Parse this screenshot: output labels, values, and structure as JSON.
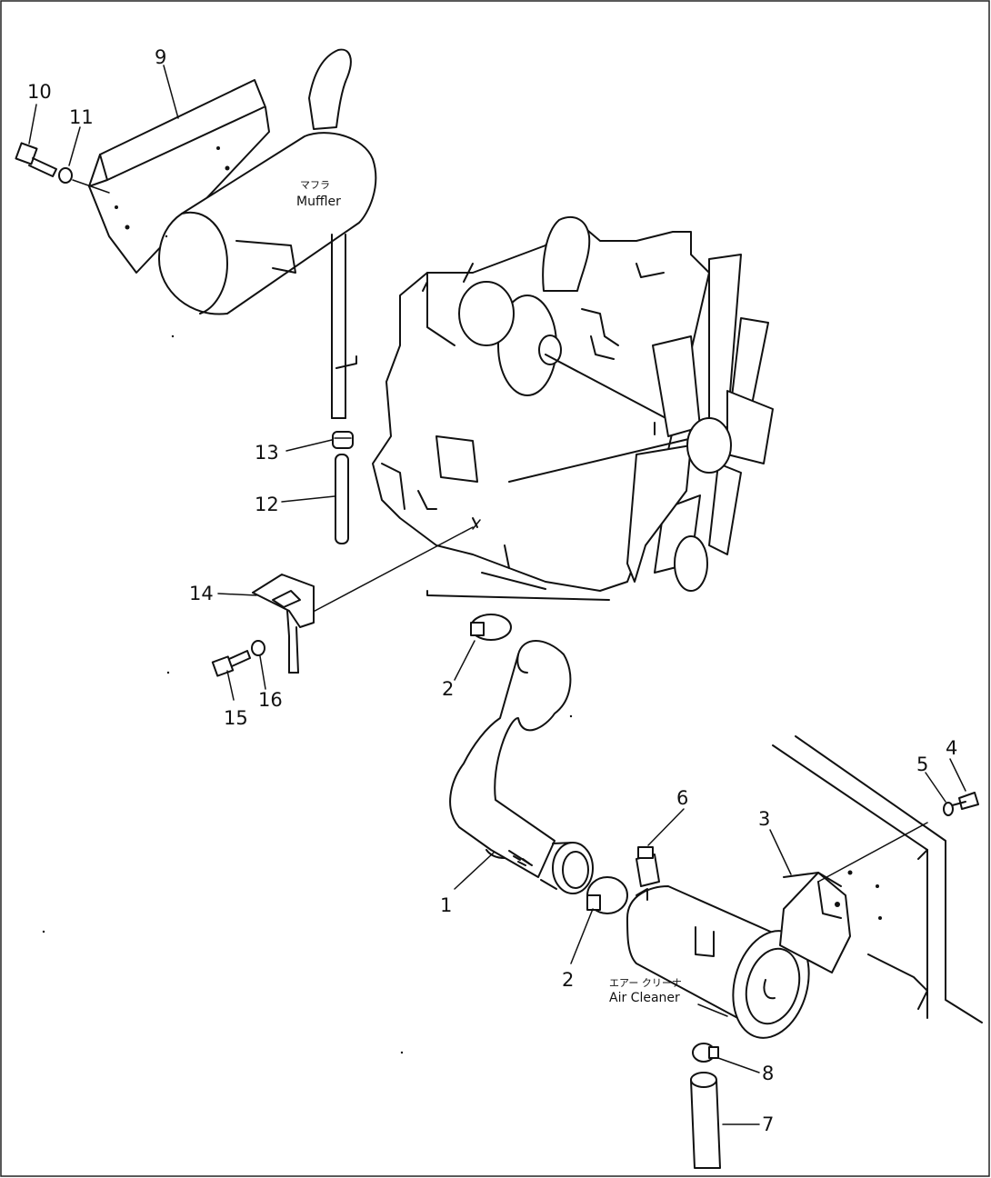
{
  "labels": {
    "muffler_jp": "マフラ",
    "muffler_en": "Muffler",
    "air_cleaner_jp": "エアー クリーナ",
    "air_cleaner_en": "Air Cleaner"
  },
  "callouts": [
    {
      "id": "c1",
      "text": "1"
    },
    {
      "id": "c2a",
      "text": "2"
    },
    {
      "id": "c2b",
      "text": "2"
    },
    {
      "id": "c3",
      "text": "3"
    },
    {
      "id": "c4",
      "text": "4"
    },
    {
      "id": "c5",
      "text": "5"
    },
    {
      "id": "c6",
      "text": "6"
    },
    {
      "id": "c7",
      "text": "7"
    },
    {
      "id": "c8",
      "text": "8"
    },
    {
      "id": "c9",
      "text": "9"
    },
    {
      "id": "c10",
      "text": "10"
    },
    {
      "id": "c11",
      "text": "11"
    },
    {
      "id": "c12",
      "text": "12"
    },
    {
      "id": "c13",
      "text": "13"
    },
    {
      "id": "c14",
      "text": "14"
    },
    {
      "id": "c15",
      "text": "15"
    },
    {
      "id": "c16",
      "text": "16"
    }
  ]
}
